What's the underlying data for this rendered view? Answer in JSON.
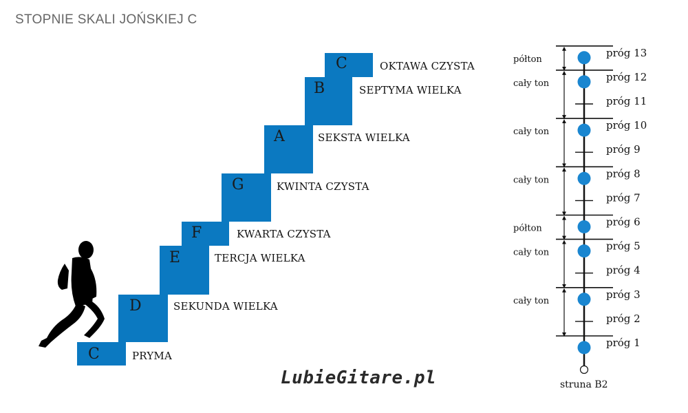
{
  "title": "STOPNIE SKALI JOŃSKIEJ C",
  "steps": [
    {
      "note": "C",
      "interval": "PRYMA"
    },
    {
      "note": "D",
      "interval": "SEKUNDA WIELKA"
    },
    {
      "note": "E",
      "interval": "TERCJA WIELKA"
    },
    {
      "note": "F",
      "interval": "KWARTA CZYSTA"
    },
    {
      "note": "G",
      "interval": "KWINTA CZYSTA"
    },
    {
      "note": "A",
      "interval": "SEKSTA WIELKA"
    },
    {
      "note": "B",
      "interval": "SEPTYMA WIELKA"
    },
    {
      "note": "C",
      "interval": "OKTAWA CZYSTA"
    }
  ],
  "logo": "LubieGitare.pl",
  "fretboard": {
    "string_label": "struna B2",
    "frets": [
      "próg 1",
      "próg 2",
      "próg 3",
      "próg 4",
      "próg 5",
      "próg 6",
      "próg 7",
      "próg 8",
      "próg 9",
      "próg 10",
      "próg 11",
      "próg 12",
      "próg 13"
    ],
    "marked_frets": [
      1,
      3,
      5,
      6,
      8,
      10,
      12,
      13
    ],
    "step_labels": [
      "cały ton",
      "cały ton",
      "półton",
      "cały ton",
      "cały ton",
      "cały ton",
      "półton"
    ],
    "colors": {
      "dot": "#1a86d0",
      "line": "#111111"
    }
  }
}
